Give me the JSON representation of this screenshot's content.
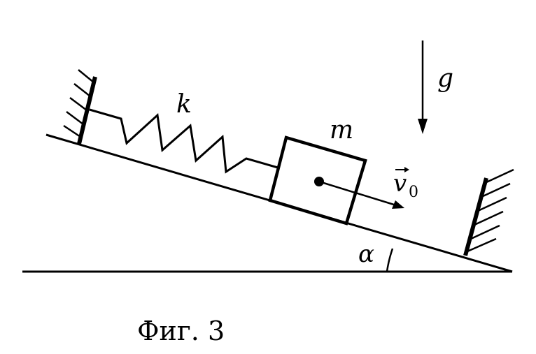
{
  "labels": {
    "spring_constant": "k",
    "mass": "m",
    "gravity": "g",
    "velocity": "v",
    "velocity_subscript": "0",
    "angle": "α"
  },
  "caption": "Фиг. 3",
  "colors": {
    "stroke": "#000000",
    "background": "#ffffff"
  }
}
